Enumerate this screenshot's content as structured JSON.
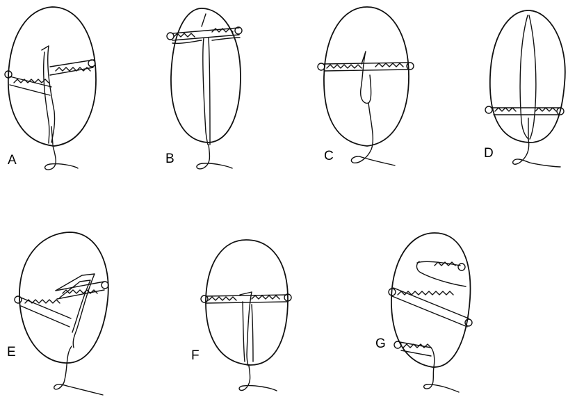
{
  "figure": {
    "panels": [
      {
        "id": "A",
        "label": "A"
      },
      {
        "id": "B",
        "label": "B"
      },
      {
        "id": "C",
        "label": "C"
      },
      {
        "id": "D",
        "label": "D"
      },
      {
        "id": "E",
        "label": "E"
      },
      {
        "id": "F",
        "label": "F"
      },
      {
        "id": "G",
        "label": "G"
      }
    ]
  }
}
